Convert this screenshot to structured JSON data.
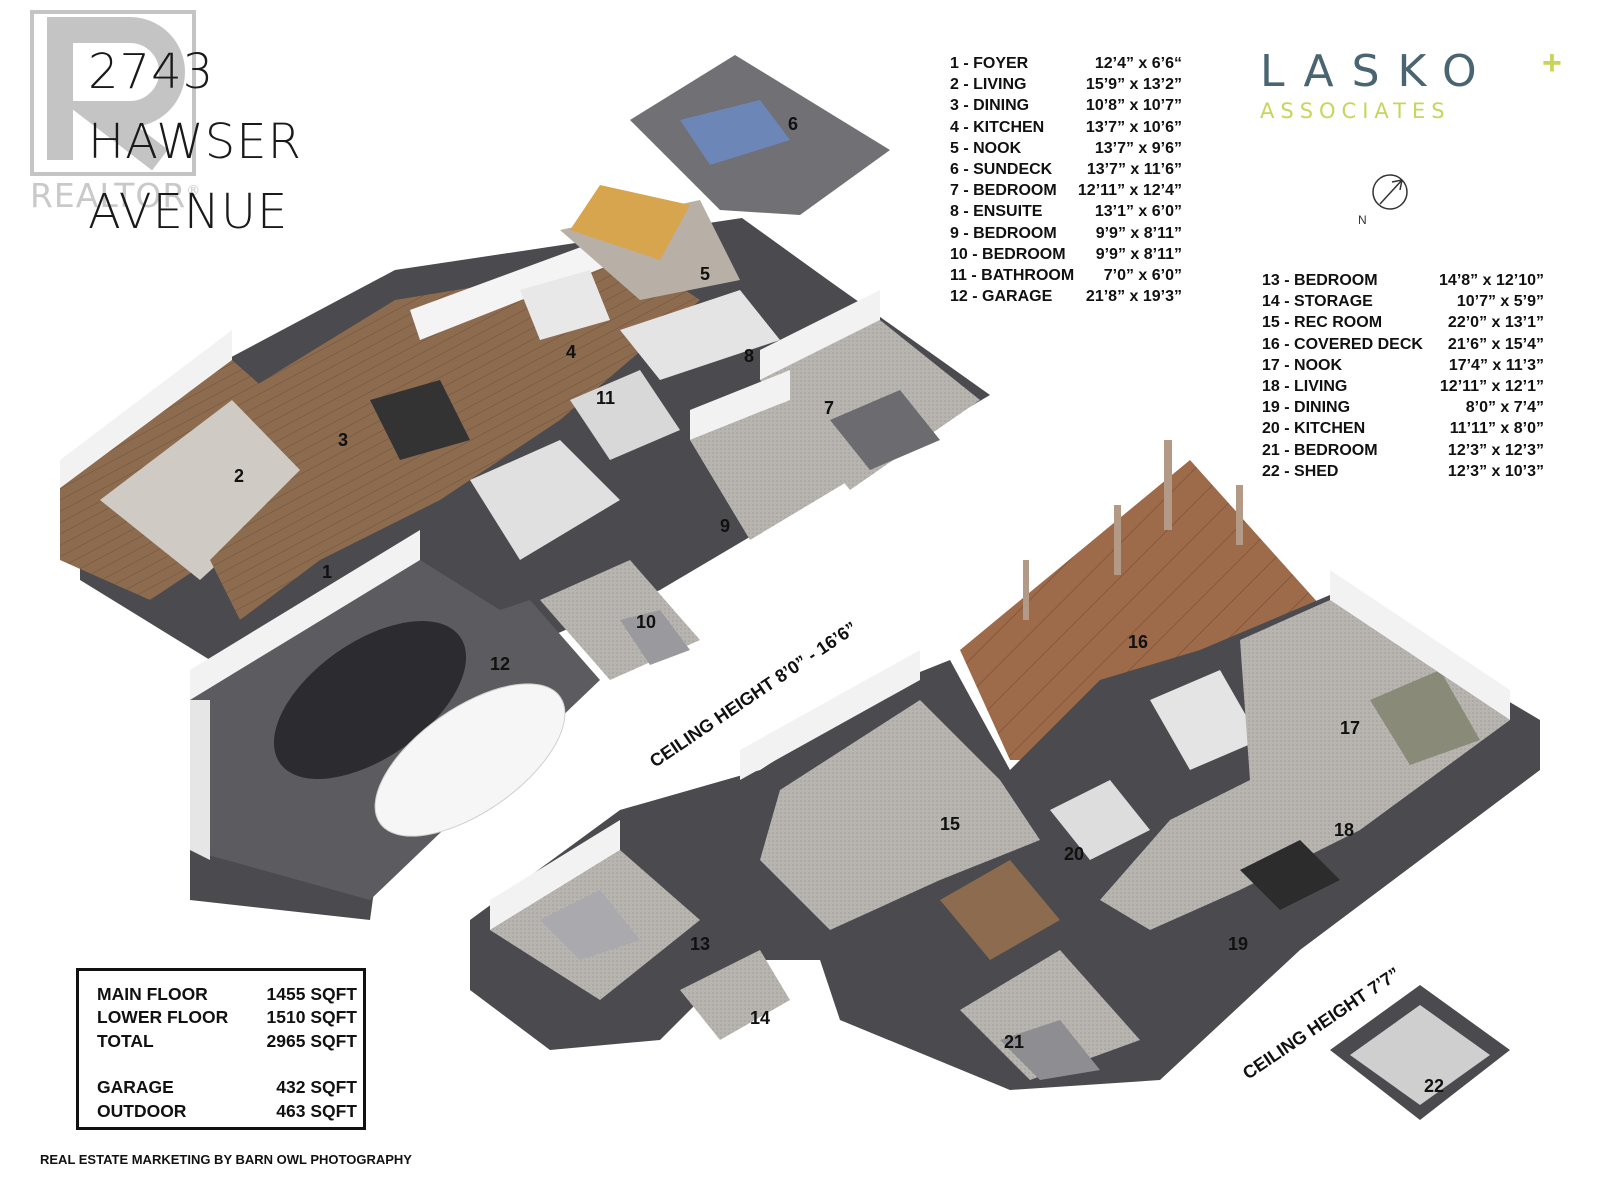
{
  "address": {
    "line1": "2743",
    "line2": "HAWSER",
    "line3": "AVENUE"
  },
  "watermark": {
    "text": "REALTOR",
    "mark": "®"
  },
  "brand": {
    "name": "LASKO",
    "plus": "+",
    "sub": "ASSOCIATES"
  },
  "north_label": "N",
  "main_floor_rooms": [
    {
      "name": "1 - FOYER",
      "dims": "12’4” x 6’6“"
    },
    {
      "name": "2 - LIVING",
      "dims": "15’9” x 13’2”"
    },
    {
      "name": "3 - DINING",
      "dims": "10’8” x 10’7”"
    },
    {
      "name": "4 - KITCHEN",
      "dims": "13’7” x 10’6”"
    },
    {
      "name": "5 - NOOK",
      "dims": "13’7” x 9’6”"
    },
    {
      "name": "6 - SUNDECK",
      "dims": "13’7” x 11’6”"
    },
    {
      "name": "7 - BEDROOM",
      "dims": "12’11” x 12’4”"
    },
    {
      "name": "8 - ENSUITE",
      "dims": "13’1” x 6’0”"
    },
    {
      "name": "9 - BEDROOM",
      "dims": "9’9” x 8’11”"
    },
    {
      "name": "10 - BEDROOM",
      "dims": "9’9” x 8’11”"
    },
    {
      "name": "11 - BATHROOM",
      "dims": "7’0” x 6’0”"
    },
    {
      "name": "12 - GARAGE",
      "dims": "21’8” x 19’3”"
    }
  ],
  "lower_floor_rooms": [
    {
      "name": "13 - BEDROOM",
      "dims": "14’8” x 12’10”"
    },
    {
      "name": "14 - STORAGE",
      "dims": "10’7” x 5’9”"
    },
    {
      "name": "15 - REC ROOM",
      "dims": "22’0” x 13’1”"
    },
    {
      "name": "16 - COVERED DECK",
      "dims": "21’6” x 15’4”"
    },
    {
      "name": "17 - NOOK",
      "dims": "17’4” x 11’3”"
    },
    {
      "name": "18 - LIVING",
      "dims": "12’11” x 12’1”"
    },
    {
      "name": "19 - DINING",
      "dims": "8’0” x 7’4”"
    },
    {
      "name": "20 - KITCHEN",
      "dims": "11’11” x 8’0”"
    },
    {
      "name": "21 - BEDROOM",
      "dims": "12’3” x 12’3”"
    },
    {
      "name": "22 - SHED",
      "dims": "12’3” x 10’3”"
    }
  ],
  "plan_labels": [
    "1",
    "2",
    "3",
    "4",
    "5",
    "6",
    "7",
    "8",
    "9",
    "10",
    "11",
    "12",
    "13",
    "14",
    "15",
    "16",
    "17",
    "18",
    "19",
    "20",
    "21",
    "22"
  ],
  "ceiling_main": "CEILING HEIGHT 8’0” - 16’6”",
  "ceiling_lower": "CEILING HEIGHT 7’7”",
  "sqft": {
    "main_label": "MAIN FLOOR",
    "main_value": "1455 SQFT",
    "lower_label": "LOWER FLOOR",
    "lower_value": "1510 SQFT",
    "total_label": "TOTAL",
    "total_value": "2965 SQFT",
    "garage_label": "GARAGE",
    "garage_value": "432 SQFT",
    "outdoor_label": "OUTDOOR",
    "outdoor_value": "463 SQFT"
  },
  "credit": "REAL ESTATE MARKETING BY BARN OWL PHOTOGRAPHY",
  "colors": {
    "wall_dark": "#4a4a4f",
    "wall_light": "#f2f2f2",
    "floor_wood": "#8a6a4e",
    "deck_wood": "#9b6a4a",
    "carpet": "#b6b3ae",
    "brand_blue": "#4a6572",
    "brand_green": "#c8d45a"
  }
}
